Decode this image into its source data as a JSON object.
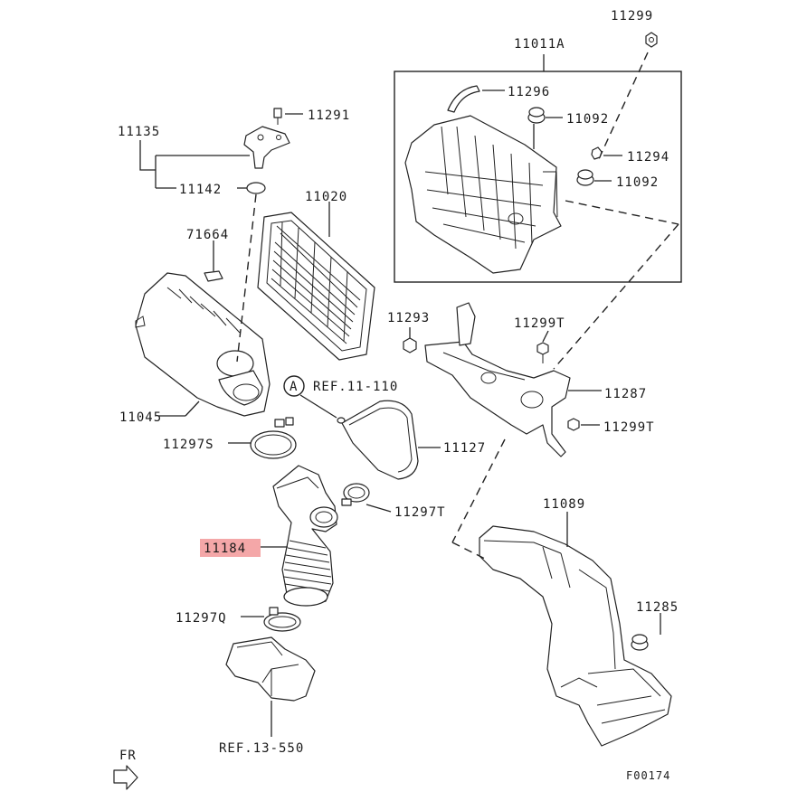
{
  "labels": {
    "p11299_top": "11299",
    "p11011a": "11011A",
    "p11296": "11296",
    "p11092_a": "11092",
    "p11294": "11294",
    "p11092_b": "11092",
    "p11291": "11291",
    "p11135": "11135",
    "p11142": "11142",
    "p11020": "11020",
    "p71664": "71664",
    "p11293": "11293",
    "p11299t_a": "11299T",
    "p11287": "11287",
    "p11299t_b": "11299T",
    "ref_11_110": "REF.11-110",
    "ref_circle": "A",
    "p11045": "11045",
    "p11297s": "11297S",
    "p11127": "11127",
    "p11297t": "11297T",
    "p11089": "11089",
    "p11184": "11184",
    "p11297q": "11297Q",
    "p11285": "11285",
    "ref_13_550": "REF.13-550",
    "fr": "FR",
    "figure_code": "F00174"
  },
  "highlight": {
    "part": "11184",
    "color": "#f4a7a8"
  }
}
